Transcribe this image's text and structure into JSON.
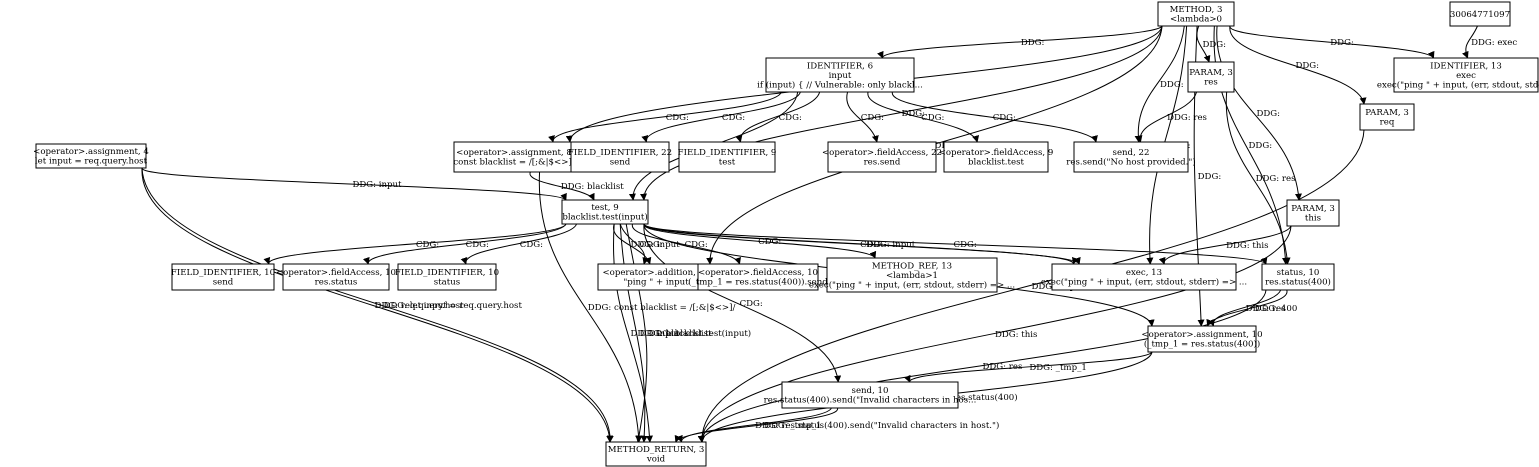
{
  "nodes": [
    {
      "id": "method",
      "lines": [
        "METHOD, 3",
        "<lambda>0"
      ]
    },
    {
      "id": "n30064",
      "lines": [
        "30064771097"
      ]
    },
    {
      "id": "ident6",
      "lines": [
        "IDENTIFIER, 6",
        "input",
        "if (input) { // Vulnerable: only blackl..."
      ]
    },
    {
      "id": "param_res",
      "lines": [
        "PARAM, 3",
        "res"
      ]
    },
    {
      "id": "ident13",
      "lines": [
        "IDENTIFIER, 13",
        "exec",
        "exec(\"ping \" + input, (err, stdout, stderr)"
      ]
    },
    {
      "id": "param_req",
      "lines": [
        "PARAM, 3",
        "req"
      ]
    },
    {
      "id": "assign4",
      "lines": [
        "<operator>.assignment, 4",
        "let input = req.query.host"
      ]
    },
    {
      "id": "assign8",
      "lines": [
        "<operator>.assignment, 8",
        "const blacklist = /[;&|$<>]/"
      ]
    },
    {
      "id": "fid22",
      "lines": [
        "FIELD_IDENTIFIER, 22",
        "send"
      ]
    },
    {
      "id": "fid9",
      "lines": [
        "FIELD_IDENTIFIER, 9",
        "test"
      ]
    },
    {
      "id": "fa22",
      "lines": [
        "<operator>.fieldAccess, 22",
        "res.send"
      ]
    },
    {
      "id": "fa9",
      "lines": [
        "<operator>.fieldAccess, 9",
        "blacklist.test"
      ]
    },
    {
      "id": "send22",
      "lines": [
        "send, 22",
        "res.send(\"No host provided.\")"
      ]
    },
    {
      "id": "test9",
      "lines": [
        "test, 9",
        "blacklist.test(input)"
      ]
    },
    {
      "id": "param_this",
      "lines": [
        "PARAM, 3",
        "this"
      ]
    },
    {
      "id": "fid10s",
      "lines": [
        "FIELD_IDENTIFIER, 10",
        "send"
      ]
    },
    {
      "id": "fa10",
      "lines": [
        "<operator>.fieldAccess, 10",
        "res.status"
      ]
    },
    {
      "id": "fid10st",
      "lines": [
        "FIELD_IDENTIFIER, 10",
        "status"
      ]
    },
    {
      "id": "add13",
      "lines": [
        "<operator>.addition, 13",
        "\"ping \" + input"
      ]
    },
    {
      "id": "fa10b",
      "lines": [
        "<operator>.fieldAccess, 10",
        "(_tmp_1 = res.status(400)).send"
      ]
    },
    {
      "id": "mref13",
      "lines": [
        "METHOD_REF, 13",
        "<lambda>1",
        "exec(\"ping \" + input, (err, stdout, stderr) => ..."
      ]
    },
    {
      "id": "exec13",
      "lines": [
        "exec, 13",
        "exec(\"ping \" + input, (err, stdout, stderr) => ..."
      ]
    },
    {
      "id": "status10",
      "lines": [
        "status, 10",
        "res.status(400)"
      ]
    },
    {
      "id": "assign10",
      "lines": [
        "<operator>.assignment, 10",
        "(_tmp_1 = res.status(400))"
      ]
    },
    {
      "id": "send10",
      "lines": [
        "send, 10",
        "res.status(400).send(\"Invalid characters in hos..."
      ]
    },
    {
      "id": "ret",
      "lines": [
        "METHOD_RETURN, 3",
        "void"
      ]
    }
  ],
  "edges": [
    {
      "from": "n30064",
      "to": "ident13",
      "label": "DDG: exec"
    },
    {
      "from": "method",
      "to": "ident13",
      "label": "DDG:"
    },
    {
      "from": "method",
      "to": "param_req",
      "label": "DDG:"
    },
    {
      "from": "method",
      "to": "ident6",
      "label": "DDG:"
    },
    {
      "from": "method",
      "to": "param_res",
      "label": "DDG:"
    },
    {
      "from": "method",
      "to": "send22",
      "label": "DDG:"
    },
    {
      "from": "method",
      "to": "assign8",
      "label": "DDG:"
    },
    {
      "from": "method",
      "to": "add13",
      "label": "DDG:"
    },
    {
      "from": "method",
      "to": "test9",
      "label": "DDG:"
    },
    {
      "from": "method",
      "to": "exec13",
      "label": "DDG:"
    },
    {
      "from": "method",
      "to": "param_this",
      "label": "DDG:"
    },
    {
      "from": "method",
      "to": "status10",
      "label": "DDG:"
    },
    {
      "from": "method",
      "to": "assign10",
      "label": "DDG:"
    },
    {
      "from": "ident6",
      "to": "assign8",
      "label": "CDG:"
    },
    {
      "from": "ident6",
      "to": "fid22",
      "label": "CDG:"
    },
    {
      "from": "ident6",
      "to": "fid9",
      "label": "CDG:"
    },
    {
      "from": "ident6",
      "to": "fa22",
      "label": "CDG:"
    },
    {
      "from": "ident6",
      "to": "fa9",
      "label": "CDG:"
    },
    {
      "from": "ident6",
      "to": "send22",
      "label": "CDG:"
    },
    {
      "from": "ident6",
      "to": "test9",
      "label": "CDG:"
    },
    {
      "from": "param_res",
      "to": "send22",
      "label": "DDG: res"
    },
    {
      "from": "param_res",
      "to": "status10",
      "label": "DDG: res"
    },
    {
      "from": "param_req",
      "to": "ret",
      "label": "DDG: req"
    },
    {
      "from": "assign4",
      "to": "test9",
      "label": "DDG: input"
    },
    {
      "from": "assign4",
      "to": "ret",
      "label": "DDG: req.query.host"
    },
    {
      "from": "assign4",
      "to": "ret",
      "label": "DDG: let input = req.query.host"
    },
    {
      "from": "assign8",
      "to": "test9",
      "label": "DDG: blacklist"
    },
    {
      "from": "assign8",
      "to": "ret",
      "label": "DDG: const blacklist = /[;&|$<>]/"
    },
    {
      "from": "test9",
      "to": "fid10s",
      "label": "CDG:"
    },
    {
      "from": "test9",
      "to": "fa10",
      "label": "CDG:"
    },
    {
      "from": "test9",
      "to": "fid10st",
      "label": "CDG:"
    },
    {
      "from": "test9",
      "to": "add13",
      "label": "DDG: input"
    },
    {
      "from": "test9",
      "to": "add13",
      "label": "CDG:"
    },
    {
      "from": "test9",
      "to": "fa10b",
      "label": "CDG:"
    },
    {
      "from": "test9",
      "to": "mref13",
      "label": "CDG:"
    },
    {
      "from": "test9",
      "to": "exec13",
      "label": "CDG:"
    },
    {
      "from": "test9",
      "to": "exec13",
      "label": "DDG: input"
    },
    {
      "from": "test9",
      "to": "status10",
      "label": "CDG:"
    },
    {
      "from": "test9",
      "to": "assign10",
      "label": "CDG:"
    },
    {
      "from": "test9",
      "to": "send10",
      "label": "CDG:"
    },
    {
      "from": "test9",
      "to": "ret",
      "label": "DDG: input"
    },
    {
      "from": "test9",
      "to": "ret",
      "label": "DDG: blacklist.test(input)"
    },
    {
      "from": "test9",
      "to": "ret",
      "label": "DDG: blacklist"
    },
    {
      "from": "param_this",
      "to": "exec13",
      "label": "DDG: this"
    },
    {
      "from": "param_this",
      "to": "ret",
      "label": "DDG: this"
    },
    {
      "from": "status10",
      "to": "assign10",
      "label": "DDG: res"
    },
    {
      "from": "status10",
      "to": "assign10",
      "label": "DDG: 400"
    },
    {
      "from": "status10",
      "to": "ret",
      "label": "DDG: res"
    },
    {
      "from": "assign10",
      "to": "send10",
      "label": "DDG: _tmp_1"
    },
    {
      "from": "assign10",
      "to": "ret",
      "label": "DDG: res.status(400)"
    },
    {
      "from": "send10",
      "to": "ret",
      "label": "DDG: res.status(400).send(\"Invalid characters in host.\")"
    },
    {
      "from": "send10",
      "to": "ret",
      "label": "DDG: _tmp_1"
    }
  ]
}
